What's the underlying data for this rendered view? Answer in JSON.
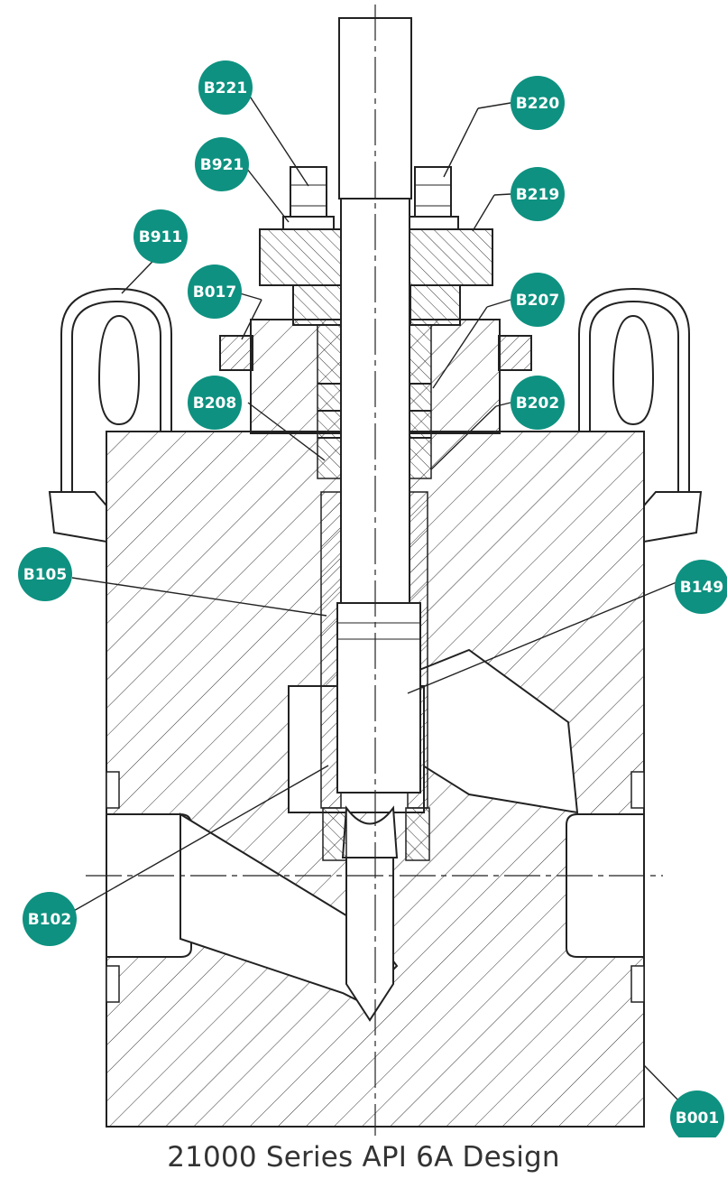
{
  "caption": "21000 Series API 6A Design",
  "colors": {
    "callout": "#0e9180",
    "callout_text": "#ffffff",
    "line": "#222222",
    "caption": "#333333"
  },
  "callouts": [
    {
      "id": "B221",
      "label": "B221"
    },
    {
      "id": "B220",
      "label": "B220"
    },
    {
      "id": "B921",
      "label": "B921"
    },
    {
      "id": "B219",
      "label": "B219"
    },
    {
      "id": "B911",
      "label": "B911"
    },
    {
      "id": "B017",
      "label": "B017"
    },
    {
      "id": "B207",
      "label": "B207"
    },
    {
      "id": "B208",
      "label": "B208"
    },
    {
      "id": "B202",
      "label": "B202"
    },
    {
      "id": "B105",
      "label": "B105"
    },
    {
      "id": "B149",
      "label": "B149"
    },
    {
      "id": "B102",
      "label": "B102"
    },
    {
      "id": "B001",
      "label": "B001"
    }
  ]
}
